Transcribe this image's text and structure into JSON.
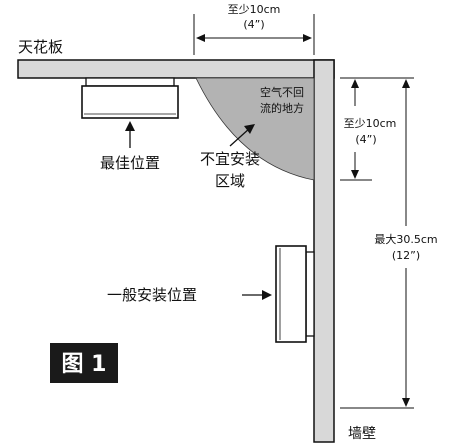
{
  "labels": {
    "ceiling": "天花板",
    "wall": "墙壁",
    "best_position": "最佳位置",
    "general_position": "一般安装位置",
    "unsuitable_area_line1": "不宜安装",
    "unsuitable_area_line2": "区域",
    "no_airflow_line1": "空气不回",
    "no_airflow_line2": "流的地方"
  },
  "dimensions": {
    "top_gap_min": "至少10cm",
    "top_gap_in": "(4”)",
    "side_gap_min": "至少10cm",
    "side_gap_in": "(4”)",
    "max_height": "最大30.5cm",
    "max_height_in": "(12”)"
  },
  "figure": {
    "label": "图 1"
  },
  "colors": {
    "structure_fill": "#d8d8d8",
    "dead_zone_fill": "#b3b3b3",
    "device_fill": "#ffffff",
    "line": "#111111",
    "badge_fill": "#1a1a1a"
  }
}
